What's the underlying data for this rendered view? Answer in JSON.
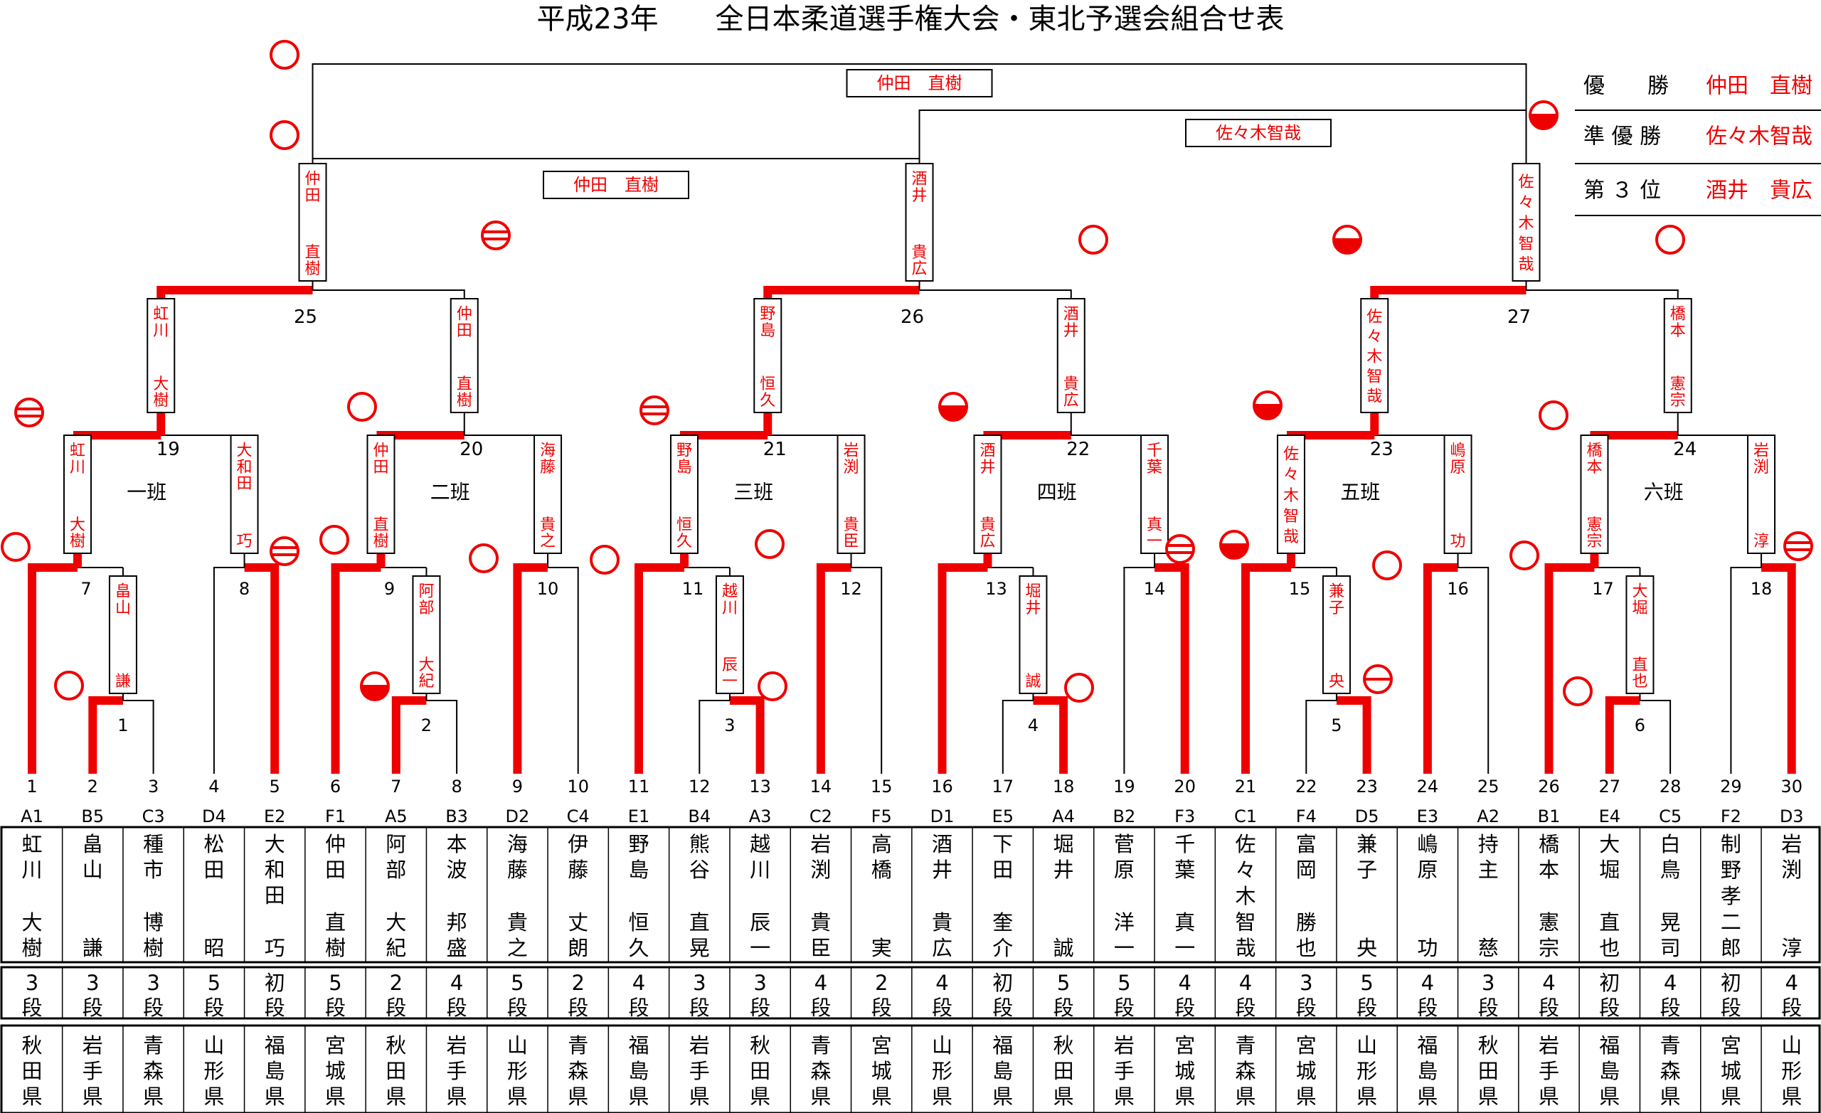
{
  "title": "平成23年　　全日本柔道選手権大会・東北予選会組合せ表",
  "results": {
    "rows": [
      {
        "label": "優　　勝",
        "name": "仲田　直樹"
      },
      {
        "label": "準 優 勝",
        "name": "佐々木智哉"
      },
      {
        "label": "第 ３ 位",
        "name": "酒井　貴広"
      }
    ]
  },
  "finals": {
    "final_winner": "仲田　直樹",
    "semi_winner_right": "佐々木智哉",
    "semi_winner_left": "仲田　直樹",
    "top_boxes": [
      "仲田　直樹",
      "酒井　貴広",
      "佐々木智哉"
    ]
  },
  "matches": [
    {
      "no": "25",
      "left": "虹川　大樹",
      "right": "仲田　直樹"
    },
    {
      "no": "26",
      "left": "野島　恒久",
      "right": "酒井　貴広"
    },
    {
      "no": "27",
      "left": "佐々木智哉",
      "right": "橋本　憲宗"
    }
  ],
  "groups": [
    {
      "name": "一班",
      "final_no": "19",
      "left": "虹川　大樹",
      "right": "大和田　巧"
    },
    {
      "name": "二班",
      "final_no": "20",
      "left": "仲田　直樹",
      "right": "海藤　貴之"
    },
    {
      "name": "三班",
      "final_no": "21",
      "left": "野島　恒久",
      "right": "岩渕　貴臣"
    },
    {
      "name": "四班",
      "final_no": "22",
      "left": "酒井　貴広",
      "right": "千葉　真一"
    },
    {
      "name": "五班",
      "final_no": "23",
      "left": "佐々木智哉",
      "right": "嶋原　功"
    },
    {
      "name": "六班",
      "final_no": "24",
      "left": "橋本　憲宗",
      "right": "岩渕　淳"
    }
  ],
  "round2": [
    {
      "no": "7",
      "winner": "畠山　謙"
    },
    {
      "no": "8",
      "winner": ""
    },
    {
      "no": "9",
      "winner": "阿部　大紀"
    },
    {
      "no": "10",
      "winner": ""
    },
    {
      "no": "11",
      "winner": "越川　辰一"
    },
    {
      "no": "12",
      "winner": ""
    },
    {
      "no": "13",
      "winner": "堀井　誠"
    },
    {
      "no": "14",
      "winner": ""
    },
    {
      "no": "15",
      "winner": "兼子　央"
    },
    {
      "no": "16",
      "winner": ""
    },
    {
      "no": "17",
      "winner": "大堀　直也"
    },
    {
      "no": "18",
      "winner": ""
    }
  ],
  "round1_nos": [
    "1",
    "2",
    "3",
    "4",
    "5",
    "6"
  ],
  "players": [
    {
      "no": "1",
      "seed": "A1",
      "name": "虹川　大樹",
      "dan": "3段",
      "pref": "秋田県"
    },
    {
      "no": "2",
      "seed": "B5",
      "name": "畠山　謙",
      "dan": "3段",
      "pref": "岩手県"
    },
    {
      "no": "3",
      "seed": "C3",
      "name": "種市　博樹",
      "dan": "3段",
      "pref": "青森県"
    },
    {
      "no": "4",
      "seed": "D4",
      "name": "松田　昭",
      "dan": "5段",
      "pref": "山形県"
    },
    {
      "no": "5",
      "seed": "E2",
      "name": "大和田　巧",
      "dan": "初段",
      "pref": "福島県"
    },
    {
      "no": "6",
      "seed": "F1",
      "name": "仲田　直樹",
      "dan": "5段",
      "pref": "宮城県"
    },
    {
      "no": "7",
      "seed": "A5",
      "name": "阿部　大紀",
      "dan": "2段",
      "pref": "秋田県"
    },
    {
      "no": "8",
      "seed": "B3",
      "name": "本波　邦盛",
      "dan": "4段",
      "pref": "岩手県"
    },
    {
      "no": "9",
      "seed": "D2",
      "name": "海藤　貴之",
      "dan": "5段",
      "pref": "山形県"
    },
    {
      "no": "10",
      "seed": "C4",
      "name": "伊藤　丈朗",
      "dan": "2段",
      "pref": "青森県"
    },
    {
      "no": "11",
      "seed": "E1",
      "name": "野島　恒久",
      "dan": "4段",
      "pref": "福島県"
    },
    {
      "no": "12",
      "seed": "B4",
      "name": "熊谷　直晃",
      "dan": "3段",
      "pref": "岩手県"
    },
    {
      "no": "13",
      "seed": "A3",
      "name": "越川　辰一",
      "dan": "3段",
      "pref": "秋田県"
    },
    {
      "no": "14",
      "seed": "C2",
      "name": "岩渕　貴臣",
      "dan": "4段",
      "pref": "青森県"
    },
    {
      "no": "15",
      "seed": "F5",
      "name": "高橋　実",
      "dan": "2段",
      "pref": "宮城県"
    },
    {
      "no": "16",
      "seed": "D1",
      "name": "酒井　貴広",
      "dan": "4段",
      "pref": "山形県"
    },
    {
      "no": "17",
      "seed": "E5",
      "name": "下田　奎介",
      "dan": "初段",
      "pref": "福島県"
    },
    {
      "no": "18",
      "seed": "A4",
      "name": "堀井　誠",
      "dan": "5段",
      "pref": "秋田県"
    },
    {
      "no": "19",
      "seed": "B2",
      "name": "菅原　洋一",
      "dan": "5段",
      "pref": "岩手県"
    },
    {
      "no": "20",
      "seed": "F3",
      "name": "千葉　真一",
      "dan": "4段",
      "pref": "宮城県"
    },
    {
      "no": "21",
      "seed": "C1",
      "name": "佐々木智哉",
      "dan": "4段",
      "pref": "青森県"
    },
    {
      "no": "22",
      "seed": "F4",
      "name": "富岡　勝也",
      "dan": "3段",
      "pref": "宮城県"
    },
    {
      "no": "23",
      "seed": "D5",
      "name": "兼子　央",
      "dan": "5段",
      "pref": "山形県"
    },
    {
      "no": "24",
      "seed": "E3",
      "name": "嶋原　功",
      "dan": "4段",
      "pref": "福島県"
    },
    {
      "no": "25",
      "seed": "A2",
      "name": "持主　慈",
      "dan": "3段",
      "pref": "秋田県"
    },
    {
      "no": "26",
      "seed": "B1",
      "name": "橋本　憲宗",
      "dan": "4段",
      "pref": "岩手県"
    },
    {
      "no": "27",
      "seed": "E4",
      "name": "大堀　直也",
      "dan": "初段",
      "pref": "福島県"
    },
    {
      "no": "28",
      "seed": "C5",
      "name": "白鳥　晃司",
      "dan": "4段",
      "pref": "青森県"
    },
    {
      "no": "29",
      "seed": "F2",
      "name": "制野孝二郎",
      "dan": "初段",
      "pref": "宮城県"
    },
    {
      "no": "30",
      "seed": "D3",
      "name": "岩渕　淳",
      "dan": "4段",
      "pref": "山形県"
    }
  ],
  "colors": {
    "accent": "#ee0000",
    "line": "#000000"
  }
}
